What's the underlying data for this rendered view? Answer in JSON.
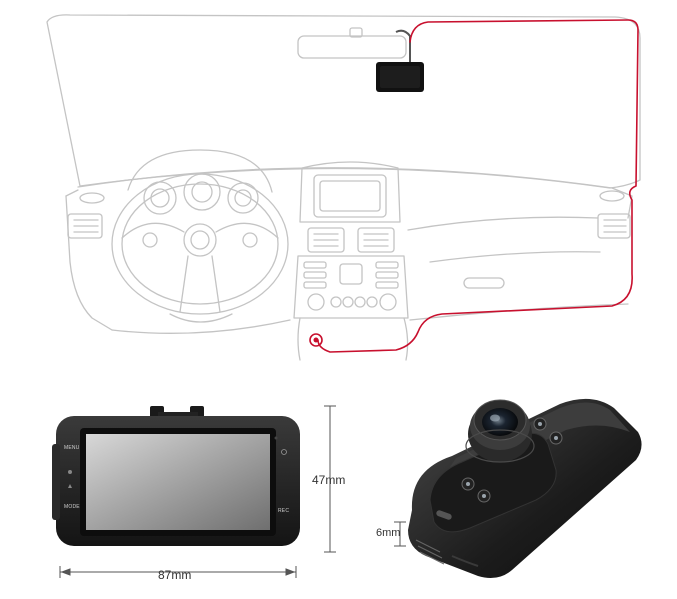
{
  "dimensions": {
    "height": "47mm",
    "width": "87mm",
    "thickness": "6mm"
  },
  "camera_labels": {
    "menu": "MENU",
    "mode": "MODE",
    "rec": "REC"
  },
  "colors": {
    "cable": "#c8102e",
    "outline": "#c4c4c4",
    "device_body": "#1e1e1e",
    "screen": "#9a9a9a"
  },
  "icons": [
    "car-dashboard-outline",
    "dashcam-front-view",
    "dashcam-lens-view",
    "power-cable"
  ]
}
